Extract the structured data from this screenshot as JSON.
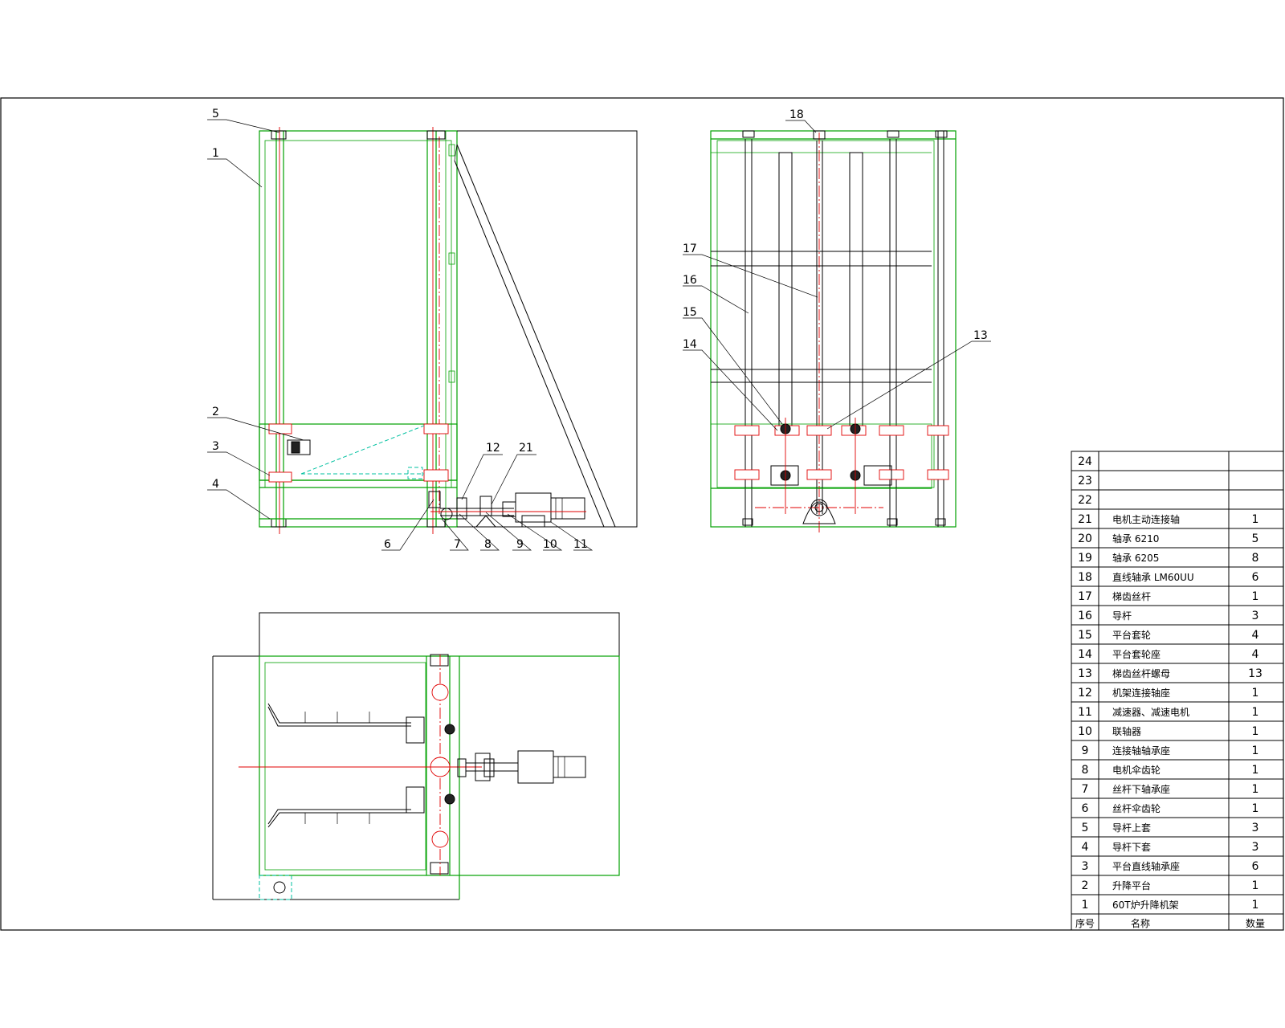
{
  "callouts": {
    "side_view": [
      "5",
      "1",
      "2",
      "3",
      "4",
      "6",
      "7",
      "8",
      "9",
      "10",
      "11",
      "12",
      "21"
    ],
    "front_view": [
      "18",
      "17",
      "16",
      "15",
      "14",
      "13"
    ]
  },
  "parts_table": {
    "header": {
      "seq": "序号",
      "name": "名称",
      "qty": "数量"
    },
    "rows": [
      {
        "seq": "24",
        "name": "",
        "qty": ""
      },
      {
        "seq": "23",
        "name": "",
        "qty": ""
      },
      {
        "seq": "22",
        "name": "",
        "qty": ""
      },
      {
        "seq": "21",
        "name": "电机主动连接轴",
        "qty": "1"
      },
      {
        "seq": "20",
        "name": "轴承 6210",
        "qty": "5"
      },
      {
        "seq": "19",
        "name": "轴承 6205",
        "qty": "8"
      },
      {
        "seq": "18",
        "name": "直线轴承 LM60UU",
        "qty": "6"
      },
      {
        "seq": "17",
        "name": "梯齿丝杆",
        "qty": "1"
      },
      {
        "seq": "16",
        "name": "导杆",
        "qty": "3"
      },
      {
        "seq": "15",
        "name": "平台套轮",
        "qty": "4"
      },
      {
        "seq": "14",
        "name": "平台套轮座",
        "qty": "4"
      },
      {
        "seq": "13",
        "name": "梯齿丝杆螺母",
        "qty": "13"
      },
      {
        "seq": "12",
        "name": "机架连接轴座",
        "qty": "1"
      },
      {
        "seq": "11",
        "name": "减速器、减速电机",
        "qty": "1"
      },
      {
        "seq": "10",
        "name": "联轴器",
        "qty": "1"
      },
      {
        "seq": "9",
        "name": "连接轴轴承座",
        "qty": "1"
      },
      {
        "seq": "8",
        "name": "电机伞齿轮",
        "qty": "1"
      },
      {
        "seq": "7",
        "name": "丝杆下轴承座",
        "qty": "1"
      },
      {
        "seq": "6",
        "name": "丝杆伞齿轮",
        "qty": "1"
      },
      {
        "seq": "5",
        "name": "导杆上套",
        "qty": "3"
      },
      {
        "seq": "4",
        "name": "导杆下套",
        "qty": "3"
      },
      {
        "seq": "3",
        "name": "平台直线轴承座",
        "qty": "6"
      },
      {
        "seq": "2",
        "name": "升降平台",
        "qty": "1"
      },
      {
        "seq": "1",
        "name": "60T炉升降机架",
        "qty": "1"
      }
    ]
  }
}
